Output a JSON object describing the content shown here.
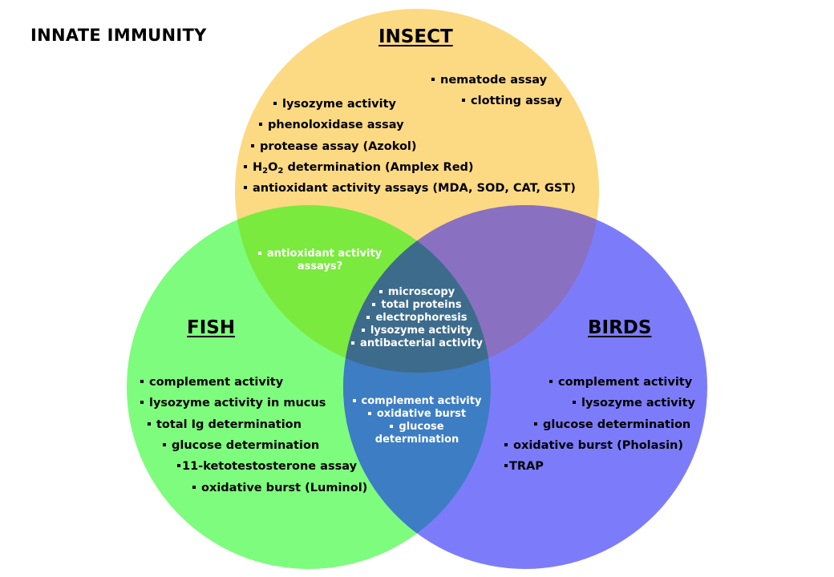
{
  "title": "INNATE IMMUNITY",
  "colors": {
    "insect": "#fcd983",
    "fish": "#7efc7d",
    "birds": "#7c7cfb",
    "insect_fish": "#7bea3e",
    "insect_birds": "#8a70c1",
    "fish_birds": "#3d7dc4",
    "center": "#3d6b8c"
  },
  "insect": {
    "title": "INSECT",
    "items": [
      "nematode assay",
      "clotting assay",
      "lysozyme activity",
      "phenoloxidase assay",
      "protease assay (Azokol)",
      "H",
      "2",
      "O",
      "2",
      " determination (Amplex Red)",
      "antioxidant activity assays (MDA, SOD, CAT, GST)"
    ]
  },
  "fish": {
    "title": "FISH",
    "items": [
      "complement activity",
      "lysozyme activity in mucus",
      "total Ig determination",
      "glucose determination",
      "11-ketotestosterone assay",
      "oxidative burst (Luminol)"
    ]
  },
  "birds": {
    "title": "BIRDS",
    "items": [
      "complement activity",
      "lysozyme activity",
      "glucose determination",
      "oxidative burst (Pholasin)",
      "TRAP"
    ]
  },
  "insect_fish": {
    "lines": [
      "antioxidant activity",
      "assays?"
    ]
  },
  "fish_birds": {
    "lines": [
      "complement activity",
      "oxidative burst",
      "glucose",
      "determination"
    ]
  },
  "center": {
    "items": [
      "microscopy",
      "total proteins",
      "electrophoresis",
      "lysozyme activity",
      "antibacterial activity"
    ]
  }
}
